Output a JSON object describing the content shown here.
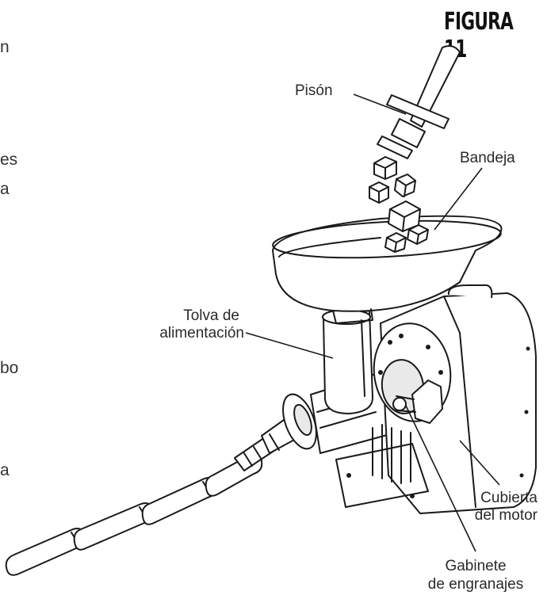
{
  "figure": {
    "title": "FIGURA 11"
  },
  "labels": {
    "tamper": "Pisón",
    "tray": "Bandeja",
    "feed_tube_line1": "Tolva de",
    "feed_tube_line2": "alimentación",
    "motor_cover_line1": "Cubierta",
    "motor_cover_line2": "del motor",
    "gear_housing_line1": "Gabinete",
    "gear_housing_line2": "de engranajes"
  },
  "edge_text": {
    "top": "n",
    "line1": "es",
    "line2": "a",
    "line3": "bo",
    "line4": "a"
  },
  "colors": {
    "ink": "#1a1a1a",
    "background": "#ffffff",
    "fill_shade": "#e9e9e9"
  }
}
